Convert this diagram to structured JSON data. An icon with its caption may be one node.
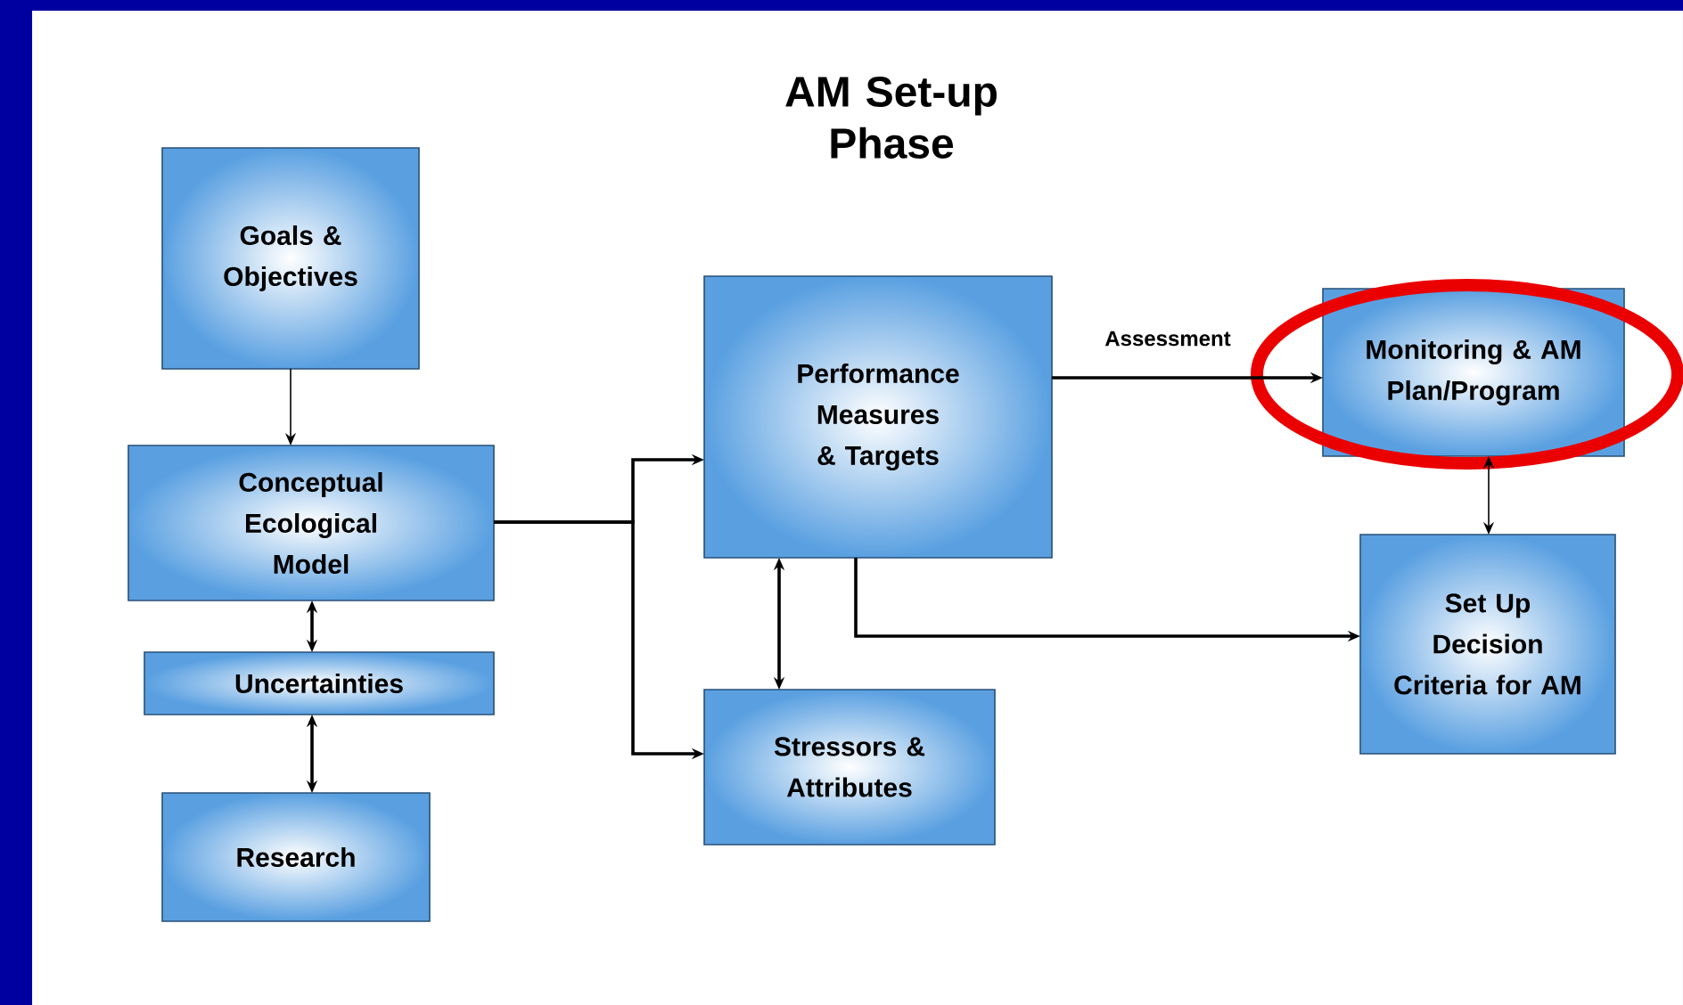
{
  "diagram": {
    "title": "AM Set-up Phase",
    "nodes": [
      {
        "text": [
          "Goals & Objectives"
        ]
      },
      {
        "text": [
          "Conceptual Ecological Model"
        ]
      },
      {
        "text": [
          "Uncertainties"
        ]
      },
      {
        "text": [
          "Research"
        ]
      },
      {
        "text": [
          "Performance Measures & Targets"
        ]
      },
      {
        "text": [
          "Stressors & Attributes"
        ]
      },
      {
        "text": [
          "Monitoring & AM Plan/Program"
        ]
      },
      {
        "text": [
          "Set Up Decision Criteria for AM"
        ]
      }
    ],
    "edges": [
      {
        "from": 0,
        "to": 1,
        "arrow": "to"
      },
      {
        "from": 1,
        "to": 2,
        "arrow": "both"
      },
      {
        "from": 2,
        "to": 3,
        "arrow": "both"
      },
      {
        "from": 1,
        "to": 4,
        "arrow": "to"
      },
      {
        "from": 1,
        "to": 5,
        "arrow": "to"
      },
      {
        "from": 4,
        "to": 6,
        "arrow": "to",
        "label": "Assessment"
      },
      {
        "from": 4,
        "to": 5,
        "arrow": "both"
      },
      {
        "from": 4,
        "to": 7,
        "arrow": "to"
      },
      {
        "from": 6,
        "to": 7,
        "arrow": "both"
      }
    ]
  }
}
